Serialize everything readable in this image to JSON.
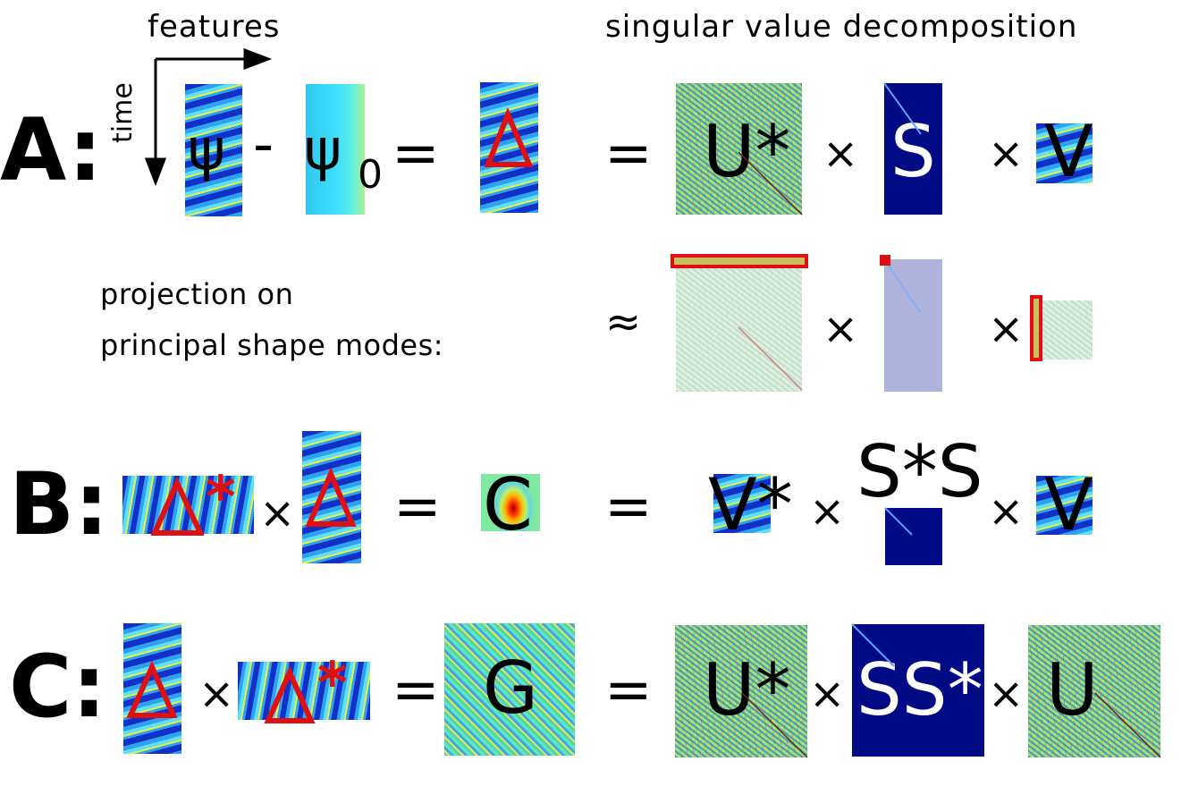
{
  "headers": {
    "features": "features",
    "time": "time",
    "svd": "singular value decomposition"
  },
  "rows": {
    "a": {
      "label": "A:"
    },
    "b": {
      "label": "B:"
    },
    "c": {
      "label": "C:"
    }
  },
  "symbols": {
    "psi": "ψ",
    "minus": "-",
    "zero": "0",
    "equals": "=",
    "times": "×",
    "approx": "≈",
    "delta_star": "*"
  },
  "matrices": {
    "u_star": "U*",
    "s": "S",
    "v": "V",
    "v_star": "V*",
    "s_star_s": "S*S",
    "c": "C",
    "g": "G",
    "ss_star": "SS*",
    "u": "U"
  },
  "projection": {
    "line1": "projection on",
    "line2": "principal shape modes:"
  },
  "colors": {
    "accent_red": "#e01010",
    "s_matrix_blue": "#000a84"
  }
}
